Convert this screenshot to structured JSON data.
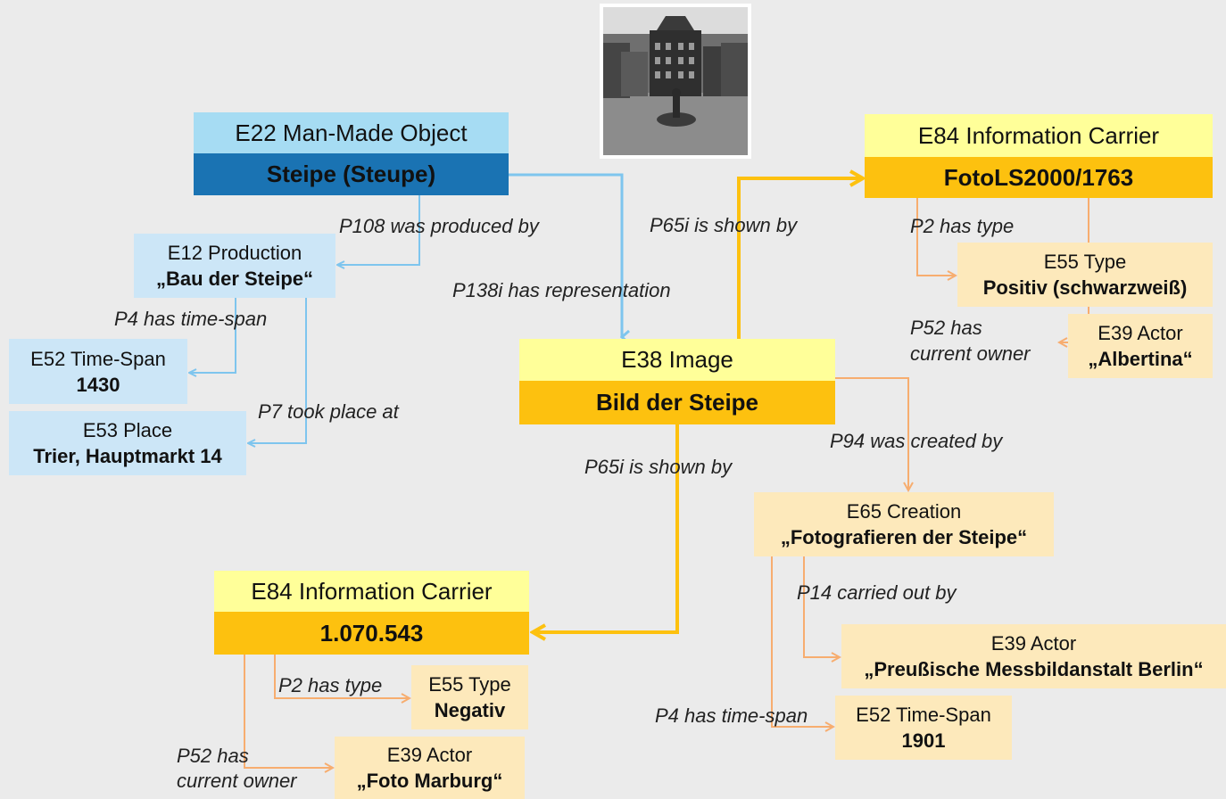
{
  "colors": {
    "background": "#ebebeb",
    "blue_light": "#a6dcf3",
    "blue_dark": "#1a73b3",
    "blue_pale": "#cce6f7",
    "yellow_light": "#ffff99",
    "orange": "#fdc10f",
    "peach": "#fde9bb",
    "edge_blue": "#7ec5ee",
    "edge_orange": "#f7ad6f",
    "edge_gold": "#fdc10f"
  },
  "photo": {
    "icon": "steipe-photo-thumbnail"
  },
  "nodes": {
    "e22": {
      "class": "E22 Man-Made Object",
      "name": "Steipe (Steupe)"
    },
    "e12": {
      "class": "E12 Production",
      "name": "„Bau der Steipe“"
    },
    "e52a": {
      "class": "E52 Time-Span",
      "name": "1430"
    },
    "e53": {
      "class": "E53 Place",
      "name": "Trier, Hauptmarkt 14"
    },
    "e38": {
      "class": "E38 Image",
      "name": "Bild der Steipe"
    },
    "e84a": {
      "class": "E84 Information Carrier",
      "name": "FotoLS2000/1763"
    },
    "e55a": {
      "class": "E55 Type",
      "name": "Positiv (schwarzweiß)"
    },
    "e39a": {
      "class": "E39 Actor",
      "name": "„Albertina“"
    },
    "e65": {
      "class": "E65 Creation",
      "name": "„Fotografieren der Steipe“"
    },
    "e39b": {
      "class": "E39 Actor",
      "name": "„Preußische Messbildanstalt Berlin“"
    },
    "e52b": {
      "class": "E52 Time-Span",
      "name": "1901"
    },
    "e84b": {
      "class": "E84 Information Carrier",
      "name": "1.070.543"
    },
    "e55b": {
      "class": "E55 Type",
      "name": "Negativ"
    },
    "e39c": {
      "class": "E39 Actor",
      "name": "„Foto Marburg“"
    }
  },
  "edges": {
    "p108": "P108 was  produced by",
    "p138i": "P138i has representation",
    "p4a": "P4 has time-span",
    "p7": "P7 took place at",
    "p65i_top": "P65i is shown  by",
    "p2a": "P2 has type",
    "p52a_line1": "P52 has",
    "p52a_line2": "current owner",
    "p94": "P94 was  created by",
    "p65i_bottom": "P65i is shown  by",
    "p14": "P14 carried out by",
    "p4b": "P4 has time-span",
    "p2b": "P2 has type",
    "p52b_line1": "P52 has",
    "p52b_line2": "current owner"
  }
}
